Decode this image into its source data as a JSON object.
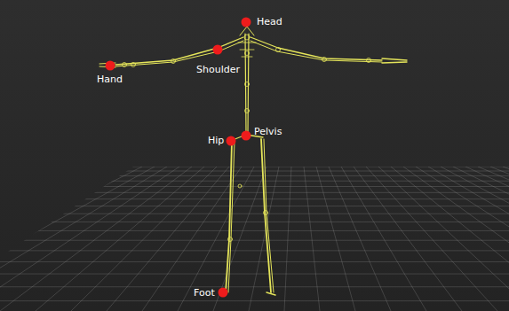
{
  "diagram": {
    "labels": [
      "Head",
      "Shoulder",
      "Hand",
      "Hip",
      "Pelvis",
      "Foot"
    ]
  }
}
